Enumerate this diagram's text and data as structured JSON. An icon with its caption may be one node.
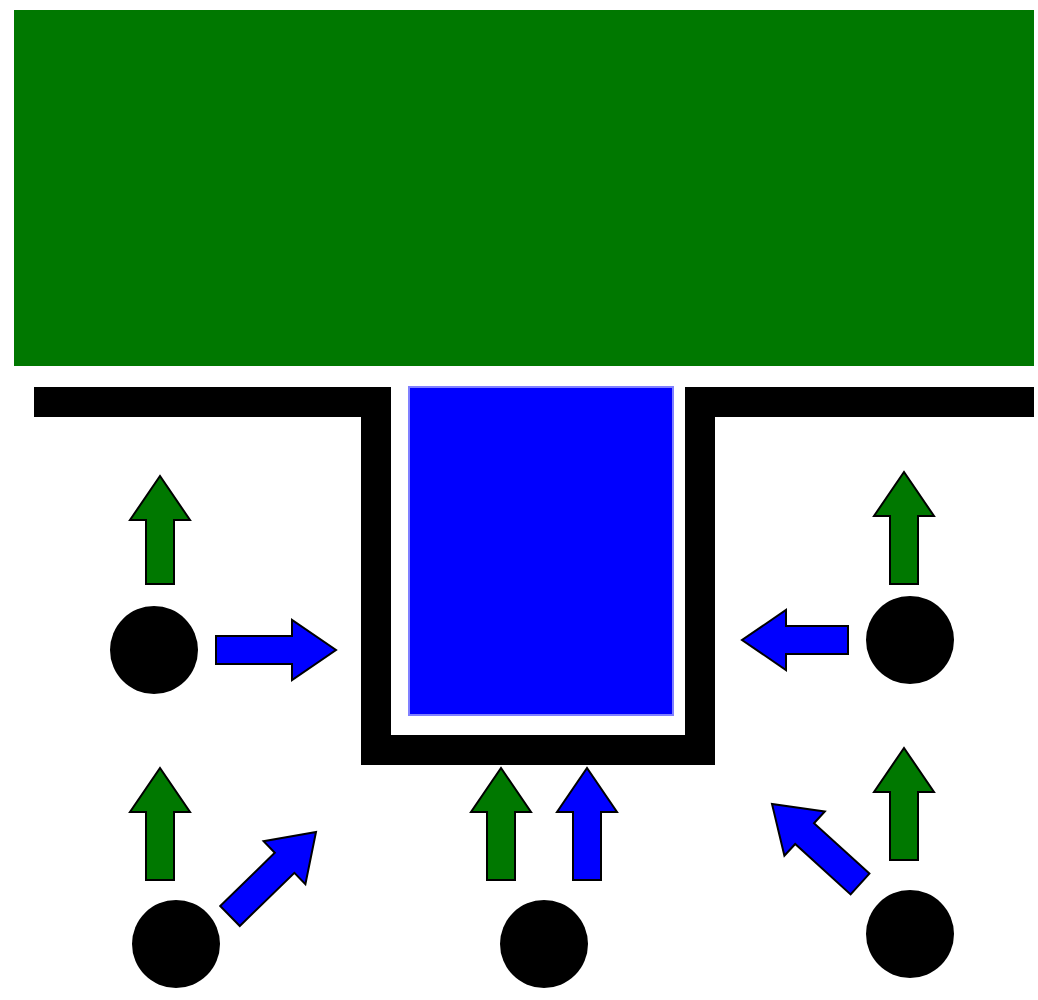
{
  "diagram": {
    "nodes": [
      {
        "text": [],
        "shape": "box"
      },
      {
        "text": [],
        "shape": "box"
      },
      {
        "text": [],
        "shape": "circle"
      },
      {
        "text": [],
        "shape": "circle"
      },
      {
        "text": [],
        "shape": "circle"
      },
      {
        "text": [],
        "shape": "circle"
      },
      {
        "text": [],
        "shape": "circle"
      }
    ],
    "edges": [
      {
        "from": 2,
        "to": 1,
        "arrow": "to"
      },
      {
        "from": 3,
        "to": 1,
        "arrow": "to"
      },
      {
        "from": 5,
        "to": 1,
        "arrow": "to",
        "color": "#007800"
      },
      {
        "from": 5,
        "to": 1,
        "arrow": "to"
      }
    ]
  }
}
